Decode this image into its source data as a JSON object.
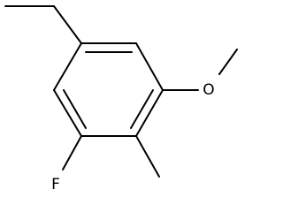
{
  "molecule": {
    "atoms": {
      "oxygen": "O",
      "fluorine": "F"
    },
    "substituents": [
      "ethyl",
      "methoxy",
      "methyl",
      "fluoro"
    ],
    "colors": {
      "bond": "#000000",
      "background": "#ffffff"
    }
  }
}
